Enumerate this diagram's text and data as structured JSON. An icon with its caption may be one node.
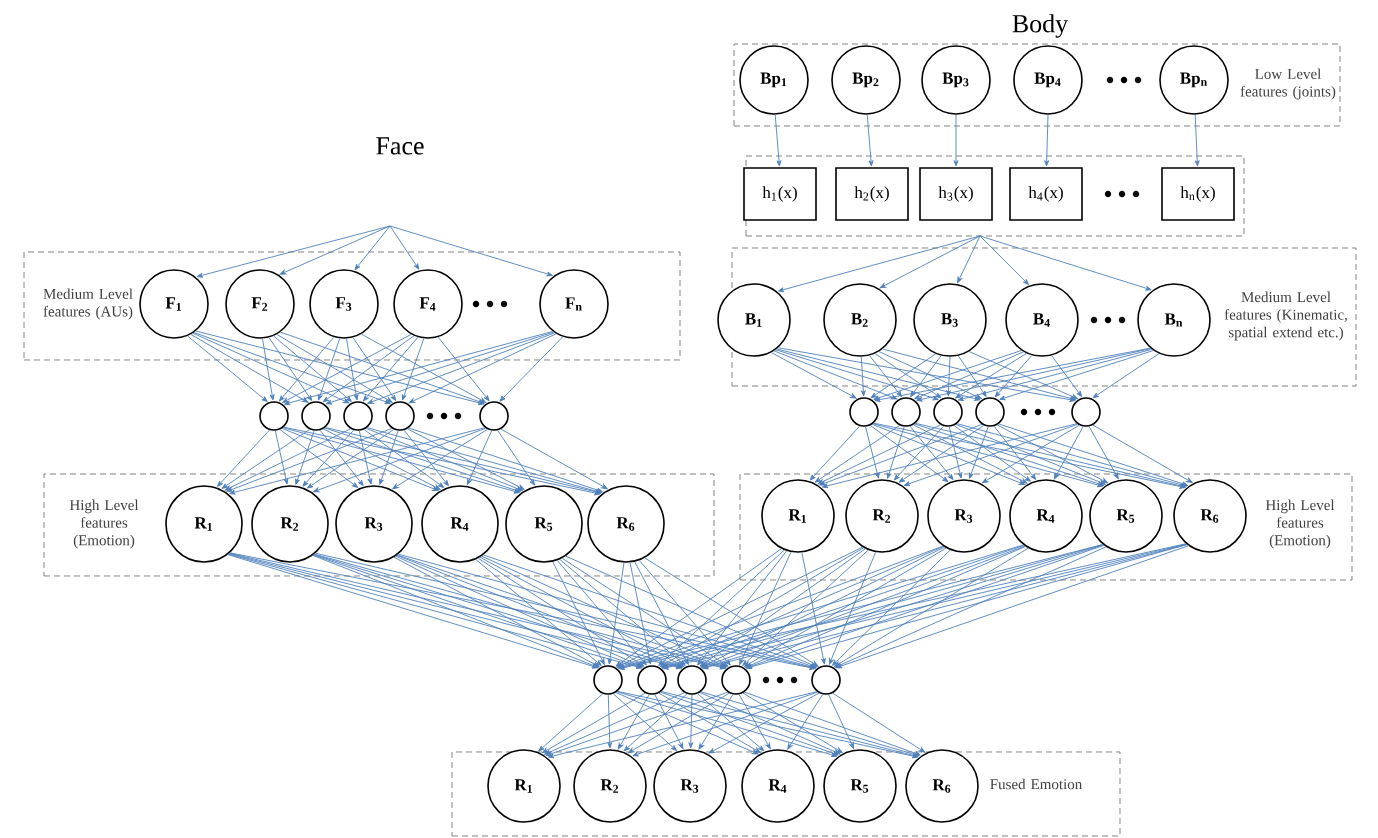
{
  "diagram": {
    "nodes": [
      {
        "text": [
          "Medium Level features (AUs)"
        ]
      },
      {
        "text": [
          "F$_{1}$"
        ],
        "in": 0
      },
      {
        "text": [
          "F$_{2}$"
        ],
        "in": 0
      },
      {
        "text": [
          "F$_{3}$"
        ],
        "in": 0
      },
      {
        "text": [
          "F$_{4}$"
        ],
        "in": 0
      },
      {
        "text": [
          "F$_{n}$"
        ],
        "in": 0
      },
      {
        "text": [],
        "shape": "circle"
      },
      {
        "text": [],
        "shape": "circle"
      },
      {
        "text": [],
        "shape": "circle"
      },
      {
        "text": [],
        "shape": "circle"
      },
      {
        "text": [],
        "shape": "circle"
      },
      {
        "text": [
          "High Level features (Emotion)"
        ]
      },
      {
        "text": [
          "R$_{1}$"
        ],
        "in": 11
      },
      {
        "text": [
          "R$_{2}$"
        ],
        "in": 11
      },
      {
        "text": [
          "R$_{3}$"
        ],
        "in": 11
      },
      {
        "text": [
          "R$_{4}$"
        ],
        "in": 11
      },
      {
        "text": [
          "R$_{5}$"
        ],
        "in": 11
      },
      {
        "text": [
          "R$_{6}$"
        ],
        "in": 11
      },
      {
        "text": [
          "Low Level features (joints)"
        ]
      },
      {
        "text": [
          "Bp$_{1}$"
        ],
        "in": 18
      },
      {
        "text": [
          "Bp$_{2}$"
        ],
        "in": 18
      },
      {
        "text": [
          "Bp$_{3}$"
        ],
        "in": 18
      },
      {
        "text": [
          "Bp$_{4}$"
        ],
        "in": 18
      },
      {
        "text": [
          "Bp$_{n}$"
        ],
        "in": 18
      },
      {
        "text": [],
        "shape": "box"
      },
      {
        "text": [
          "h$_{1}$(x)"
        ],
        "in": 24
      },
      {
        "text": [
          "h$_{2}$(x)"
        ],
        "in": 24
      },
      {
        "text": [
          "h$_{3}$(x)"
        ],
        "in": 24
      },
      {
        "text": [
          "h$_{4}$(x)"
        ],
        "in": 24
      },
      {
        "text": [
          "h$_{n}$(x)"
        ],
        "in": 24
      },
      {
        "text": [
          "Medium Level features (Kinematic, spatial extend etc.)"
        ]
      },
      {
        "text": [
          "B$_{1}$"
        ],
        "in": 30
      },
      {
        "text": [
          "B$_{2}$"
        ],
        "in": 30
      },
      {
        "text": [
          "B$_{3}$"
        ],
        "in": 30
      },
      {
        "text": [
          "B$_{4}$"
        ],
        "in": 30
      },
      {
        "text": [
          "B$_{n}$"
        ],
        "in": 30
      },
      {
        "text": [],
        "shape": "circle"
      },
      {
        "text": [],
        "shape": "circle"
      },
      {
        "text": [],
        "shape": "circle"
      },
      {
        "text": [],
        "shape": "circle"
      },
      {
        "text": [],
        "shape": "circle"
      },
      {
        "text": [
          "High Level features (Emotion)"
        ]
      },
      {
        "text": [
          "R$_{1}$"
        ],
        "in": 41
      },
      {
        "text": [
          "R$_{2}$"
        ],
        "in": 41
      },
      {
        "text": [
          "R$_{3}$"
        ],
        "in": 41
      },
      {
        "text": [
          "R$_{4}$"
        ],
        "in": 41
      },
      {
        "text": [
          "R$_{5}$"
        ],
        "in": 41
      },
      {
        "text": [
          "R$_{6}$"
        ],
        "in": 41
      },
      {
        "text": [],
        "shape": "circle"
      },
      {
        "text": [],
        "shape": "circle"
      },
      {
        "text": [],
        "shape": "circle"
      },
      {
        "text": [],
        "shape": "circle"
      },
      {
        "text": [],
        "shape": "circle"
      },
      {
        "text": [
          "Fused Emotion"
        ]
      },
      {
        "text": [
          "R$_{1}$"
        ],
        "in": 53
      },
      {
        "text": [
          "R$_{2}$"
        ],
        "in": 53
      },
      {
        "text": [
          "R$_{3}$"
        ],
        "in": 53
      },
      {
        "text": [
          "R$_{4}$"
        ],
        "in": 53
      },
      {
        "text": [
          "R$_{5}$"
        ],
        "in": 53
      },
      {
        "text": [
          "R$_{6}$"
        ],
        "in": 53
      }
    ],
    "edges": [
      {
        "from": null,
        "to": 1,
        "arrow": "to"
      },
      {
        "from": null,
        "to": 2,
        "arrow": "to"
      },
      {
        "from": null,
        "to": 3,
        "arrow": "to"
      },
      {
        "from": null,
        "to": 4,
        "arrow": "to"
      },
      {
        "from": null,
        "to": 5,
        "arrow": "to"
      },
      {
        "from": 1,
        "to": 6,
        "arrow": "to"
      },
      {
        "from": 1,
        "to": 7,
        "arrow": "to"
      },
      {
        "from": 1,
        "to": 8,
        "arrow": "to"
      },
      {
        "from": 1,
        "to": 9,
        "arrow": "to"
      },
      {
        "from": 1,
        "to": 10,
        "arrow": "to"
      },
      {
        "from": 2,
        "to": 6,
        "arrow": "to"
      },
      {
        "from": 2,
        "to": 7,
        "arrow": "to"
      },
      {
        "from": 2,
        "to": 8,
        "arrow": "to"
      },
      {
        "from": 2,
        "to": 9,
        "arrow": "to"
      },
      {
        "from": 2,
        "to": 10,
        "arrow": "to"
      },
      {
        "from": 3,
        "to": 6,
        "arrow": "to"
      },
      {
        "from": 3,
        "to": 7,
        "arrow": "to"
      },
      {
        "from": 3,
        "to": 8,
        "arrow": "to"
      },
      {
        "from": 3,
        "to": 9,
        "arrow": "to"
      },
      {
        "from": 3,
        "to": 10,
        "arrow": "to"
      },
      {
        "from": 4,
        "to": 6,
        "arrow": "to"
      },
      {
        "from": 4,
        "to": 7,
        "arrow": "to"
      },
      {
        "from": 4,
        "to": 8,
        "arrow": "to"
      },
      {
        "from": 4,
        "to": 9,
        "arrow": "to"
      },
      {
        "from": 4,
        "to": 10,
        "arrow": "to"
      },
      {
        "from": 5,
        "to": 6,
        "arrow": "to"
      },
      {
        "from": 5,
        "to": 7,
        "arrow": "to"
      },
      {
        "from": 5,
        "to": 8,
        "arrow": "to"
      },
      {
        "from": 5,
        "to": 9,
        "arrow": "to"
      },
      {
        "from": 5,
        "to": 10,
        "arrow": "to"
      },
      {
        "from": 6,
        "to": 12,
        "arrow": "to"
      },
      {
        "from": 6,
        "to": 13,
        "arrow": "to"
      },
      {
        "from": 6,
        "to": 14,
        "arrow": "to"
      },
      {
        "from": 6,
        "to": 15,
        "arrow": "to"
      },
      {
        "from": 6,
        "to": 16,
        "arrow": "to"
      },
      {
        "from": 6,
        "to": 17,
        "arrow": "to"
      },
      {
        "from": 7,
        "to": 12,
        "arrow": "to"
      },
      {
        "from": 7,
        "to": 13,
        "arrow": "to"
      },
      {
        "from": 7,
        "to": 14,
        "arrow": "to"
      },
      {
        "from": 7,
        "to": 15,
        "arrow": "to"
      },
      {
        "from": 7,
        "to": 16,
        "arrow": "to"
      },
      {
        "from": 7,
        "to": 17,
        "arrow": "to"
      },
      {
        "from": 8,
        "to": 12,
        "arrow": "to"
      },
      {
        "from": 8,
        "to": 13,
        "arrow": "to"
      },
      {
        "from": 8,
        "to": 14,
        "arrow": "to"
      },
      {
        "from": 8,
        "to": 15,
        "arrow": "to"
      },
      {
        "from": 8,
        "to": 16,
        "arrow": "to"
      },
      {
        "from": 8,
        "to": 17,
        "arrow": "to"
      },
      {
        "from": 9,
        "to": 12,
        "arrow": "to"
      },
      {
        "from": 9,
        "to": 13,
        "arrow": "to"
      },
      {
        "from": 9,
        "to": 14,
        "arrow": "to"
      },
      {
        "from": 9,
        "to": 15,
        "arrow": "to"
      },
      {
        "from": 9,
        "to": 16,
        "arrow": "to"
      },
      {
        "from": 9,
        "to": 17,
        "arrow": "to"
      },
      {
        "from": 10,
        "to": 12,
        "arrow": "to"
      },
      {
        "from": 10,
        "to": 13,
        "arrow": "to"
      },
      {
        "from": 10,
        "to": 14,
        "arrow": "to"
      },
      {
        "from": 10,
        "to": 15,
        "arrow": "to"
      },
      {
        "from": 10,
        "to": 16,
        "arrow": "to"
      },
      {
        "from": 10,
        "to": 17,
        "arrow": "to"
      },
      {
        "from": 19,
        "to": 25,
        "arrow": "to"
      },
      {
        "from": 20,
        "to": 26,
        "arrow": "to"
      },
      {
        "from": 21,
        "to": 27,
        "arrow": "to"
      },
      {
        "from": 22,
        "to": 28,
        "arrow": "to"
      },
      {
        "from": 23,
        "to": 29,
        "arrow": "to"
      },
      {
        "from": 24,
        "to": 31,
        "arrow": "to"
      },
      {
        "from": 24,
        "to": 32,
        "arrow": "to"
      },
      {
        "from": 24,
        "to": 33,
        "arrow": "to"
      },
      {
        "from": 24,
        "to": 34,
        "arrow": "to"
      },
      {
        "from": 24,
        "to": 35,
        "arrow": "to"
      },
      {
        "from": 31,
        "to": 36,
        "arrow": "to"
      },
      {
        "from": 31,
        "to": 37,
        "arrow": "to"
      },
      {
        "from": 31,
        "to": 38,
        "arrow": "to"
      },
      {
        "from": 31,
        "to": 39,
        "arrow": "to"
      },
      {
        "from": 31,
        "to": 40,
        "arrow": "to"
      },
      {
        "from": 32,
        "to": 36,
        "arrow": "to"
      },
      {
        "from": 32,
        "to": 37,
        "arrow": "to"
      },
      {
        "from": 32,
        "to": 38,
        "arrow": "to"
      },
      {
        "from": 32,
        "to": 39,
        "arrow": "to"
      },
      {
        "from": 32,
        "to": 40,
        "arrow": "to"
      },
      {
        "from": 33,
        "to": 36,
        "arrow": "to"
      },
      {
        "from": 33,
        "to": 37,
        "arrow": "to"
      },
      {
        "from": 33,
        "to": 38,
        "arrow": "to"
      },
      {
        "from": 33,
        "to": 39,
        "arrow": "to"
      },
      {
        "from": 33,
        "to": 40,
        "arrow": "to"
      },
      {
        "from": 34,
        "to": 36,
        "arrow": "to"
      },
      {
        "from": 34,
        "to": 37,
        "arrow": "to"
      },
      {
        "from": 34,
        "to": 38,
        "arrow": "to"
      },
      {
        "from": 34,
        "to": 39,
        "arrow": "to"
      },
      {
        "from": 34,
        "to": 40,
        "arrow": "to"
      },
      {
        "from": 35,
        "to": 36,
        "arrow": "to"
      },
      {
        "from": 35,
        "to": 37,
        "arrow": "to"
      },
      {
        "from": 35,
        "to": 38,
        "arrow": "to"
      },
      {
        "from": 35,
        "to": 39,
        "arrow": "to"
      },
      {
        "from": 35,
        "to": 40,
        "arrow": "to"
      },
      {
        "from": 36,
        "to": 42,
        "arrow": "to"
      },
      {
        "from": 36,
        "to": 43,
        "arrow": "to"
      },
      {
        "from": 36,
        "to": 44,
        "arrow": "to"
      },
      {
        "from": 36,
        "to": 45,
        "arrow": "to"
      },
      {
        "from": 36,
        "to": 46,
        "arrow": "to"
      },
      {
        "from": 36,
        "to": 47,
        "arrow": "to"
      },
      {
        "from": 37,
        "to": 42,
        "arrow": "to"
      },
      {
        "from": 37,
        "to": 43,
        "arrow": "to"
      },
      {
        "from": 37,
        "to": 44,
        "arrow": "to"
      },
      {
        "from": 37,
        "to": 45,
        "arrow": "to"
      },
      {
        "from": 37,
        "to": 46,
        "arrow": "to"
      },
      {
        "from": 37,
        "to": 47,
        "arrow": "to"
      },
      {
        "from": 38,
        "to": 42,
        "arrow": "to"
      },
      {
        "from": 38,
        "to": 43,
        "arrow": "to"
      },
      {
        "from": 38,
        "to": 44,
        "arrow": "to"
      },
      {
        "from": 38,
        "to": 45,
        "arrow": "to"
      },
      {
        "from": 38,
        "to": 46,
        "arrow": "to"
      },
      {
        "from": 38,
        "to": 47,
        "arrow": "to"
      },
      {
        "from": 39,
        "to": 42,
        "arrow": "to"
      },
      {
        "from": 39,
        "to": 43,
        "arrow": "to"
      },
      {
        "from": 39,
        "to": 44,
        "arrow": "to"
      },
      {
        "from": 39,
        "to": 45,
        "arrow": "to"
      },
      {
        "from": 39,
        "to": 46,
        "arrow": "to"
      },
      {
        "from": 39,
        "to": 47,
        "arrow": "to"
      },
      {
        "from": 40,
        "to": 42,
        "arrow": "to"
      },
      {
        "from": 40,
        "to": 43,
        "arrow": "to"
      },
      {
        "from": 40,
        "to": 44,
        "arrow": "to"
      },
      {
        "from": 40,
        "to": 45,
        "arrow": "to"
      },
      {
        "from": 40,
        "to": 46,
        "arrow": "to"
      },
      {
        "from": 40,
        "to": 47,
        "arrow": "to"
      },
      {
        "from": 12,
        "to": 48,
        "arrow": "to"
      },
      {
        "from": 12,
        "to": 49,
        "arrow": "to"
      },
      {
        "from": 12,
        "to": 50,
        "arrow": "to"
      },
      {
        "from": 12,
        "to": 51,
        "arrow": "to"
      },
      {
        "from": 12,
        "to": 52,
        "arrow": "to"
      },
      {
        "from": 13,
        "to": 48,
        "arrow": "to"
      },
      {
        "from": 13,
        "to": 49,
        "arrow": "to"
      },
      {
        "from": 13,
        "to": 50,
        "arrow": "to"
      },
      {
        "from": 13,
        "to": 51,
        "arrow": "to"
      },
      {
        "from": 13,
        "to": 52,
        "arrow": "to"
      },
      {
        "from": 14,
        "to": 48,
        "arrow": "to"
      },
      {
        "from": 14,
        "to": 49,
        "arrow": "to"
      },
      {
        "from": 14,
        "to": 50,
        "arrow": "to"
      },
      {
        "from": 14,
        "to": 51,
        "arrow": "to"
      },
      {
        "from": 14,
        "to": 52,
        "arrow": "to"
      },
      {
        "from": 15,
        "to": 48,
        "arrow": "to"
      },
      {
        "from": 15,
        "to": 49,
        "arrow": "to"
      },
      {
        "from": 15,
        "to": 50,
        "arrow": "to"
      },
      {
        "from": 15,
        "to": 51,
        "arrow": "to"
      },
      {
        "from": 15,
        "to": 52,
        "arrow": "to"
      },
      {
        "from": 16,
        "to": 48,
        "arrow": "to"
      },
      {
        "from": 16,
        "to": 49,
        "arrow": "to"
      },
      {
        "from": 16,
        "to": 50,
        "arrow": "to"
      },
      {
        "from": 16,
        "to": 51,
        "arrow": "to"
      },
      {
        "from": 16,
        "to": 52,
        "arrow": "to"
      },
      {
        "from": 17,
        "to": 48,
        "arrow": "to"
      },
      {
        "from": 17,
        "to": 49,
        "arrow": "to"
      },
      {
        "from": 17,
        "to": 50,
        "arrow": "to"
      },
      {
        "from": 17,
        "to": 51,
        "arrow": "to"
      },
      {
        "from": 17,
        "to": 52,
        "arrow": "to"
      },
      {
        "from": 42,
        "to": 48,
        "arrow": "to"
      },
      {
        "from": 42,
        "to": 49,
        "arrow": "to"
      },
      {
        "from": 42,
        "to": 50,
        "arrow": "to"
      },
      {
        "from": 42,
        "to": 51,
        "arrow": "to"
      },
      {
        "from": 42,
        "to": 52,
        "arrow": "to"
      },
      {
        "from": 43,
        "to": 48,
        "arrow": "to"
      },
      {
        "from": 43,
        "to": 49,
        "arrow": "to"
      },
      {
        "from": 43,
        "to": 50,
        "arrow": "to"
      },
      {
        "from": 43,
        "to": 51,
        "arrow": "to"
      },
      {
        "from": 43,
        "to": 52,
        "arrow": "to"
      },
      {
        "from": 44,
        "to": 48,
        "arrow": "to"
      },
      {
        "from": 44,
        "to": 49,
        "arrow": "to"
      },
      {
        "from": 44,
        "to": 50,
        "arrow": "to"
      },
      {
        "from": 44,
        "to": 51,
        "arrow": "to"
      },
      {
        "from": 44,
        "to": 52,
        "arrow": "to"
      },
      {
        "from": 45,
        "to": 48,
        "arrow": "to"
      },
      {
        "from": 45,
        "to": 49,
        "arrow": "to"
      },
      {
        "from": 45,
        "to": 50,
        "arrow": "to"
      },
      {
        "from": 45,
        "to": 51,
        "arrow": "to"
      },
      {
        "from": 45,
        "to": 52,
        "arrow": "to"
      },
      {
        "from": 46,
        "to": 48,
        "arrow": "to"
      },
      {
        "from": 46,
        "to": 49,
        "arrow": "to"
      },
      {
        "from": 46,
        "to": 50,
        "arrow": "to"
      },
      {
        "from": 46,
        "to": 51,
        "arrow": "to"
      },
      {
        "from": 46,
        "to": 52,
        "arrow": "to"
      },
      {
        "from": 47,
        "to": 48,
        "arrow": "to"
      },
      {
        "from": 47,
        "to": 49,
        "arrow": "to"
      },
      {
        "from": 47,
        "to": 50,
        "arrow": "to"
      },
      {
        "from": 47,
        "to": 51,
        "arrow": "to"
      },
      {
        "from": 47,
        "to": 52,
        "arrow": "to"
      },
      {
        "from": 48,
        "to": 54,
        "arrow": "to"
      },
      {
        "from": 48,
        "to": 55,
        "arrow": "to"
      },
      {
        "from": 48,
        "to": 56,
        "arrow": "to"
      },
      {
        "from": 48,
        "to": 57,
        "arrow": "to"
      },
      {
        "from": 48,
        "to": 58,
        "arrow": "to"
      },
      {
        "from": 48,
        "to": 59,
        "arrow": "to"
      },
      {
        "from": 49,
        "to": 54,
        "arrow": "to"
      },
      {
        "from": 49,
        "to": 55,
        "arrow": "to"
      },
      {
        "from": 49,
        "to": 56,
        "arrow": "to"
      },
      {
        "from": 49,
        "to": 57,
        "arrow": "to"
      },
      {
        "from": 49,
        "to": 58,
        "arrow": "to"
      },
      {
        "from": 49,
        "to": 59,
        "arrow": "to"
      },
      {
        "from": 50,
        "to": 54,
        "arrow": "to"
      },
      {
        "from": 50,
        "to": 55,
        "arrow": "to"
      },
      {
        "from": 50,
        "to": 56,
        "arrow": "to"
      },
      {
        "from": 50,
        "to": 57,
        "arrow": "to"
      },
      {
        "from": 50,
        "to": 58,
        "arrow": "to"
      },
      {
        "from": 50,
        "to": 59,
        "arrow": "to"
      },
      {
        "from": 51,
        "to": 54,
        "arrow": "to"
      },
      {
        "from": 51,
        "to": 55,
        "arrow": "to"
      },
      {
        "from": 51,
        "to": 56,
        "arrow": "to"
      },
      {
        "from": 51,
        "to": 57,
        "arrow": "to"
      },
      {
        "from": 51,
        "to": 58,
        "arrow": "to"
      },
      {
        "from": 51,
        "to": 59,
        "arrow": "to"
      },
      {
        "from": 52,
        "to": 54,
        "arrow": "to"
      },
      {
        "from": 52,
        "to": 55,
        "arrow": "to"
      },
      {
        "from": 52,
        "to": 56,
        "arrow": "to"
      },
      {
        "from": 52,
        "to": 57,
        "arrow": "to"
      },
      {
        "from": 52,
        "to": 58,
        "arrow": "to"
      },
      {
        "from": 52,
        "to": 59,
        "arrow": "to"
      }
    ],
    "labels": [
      "Body",
      "Face"
    ]
  }
}
